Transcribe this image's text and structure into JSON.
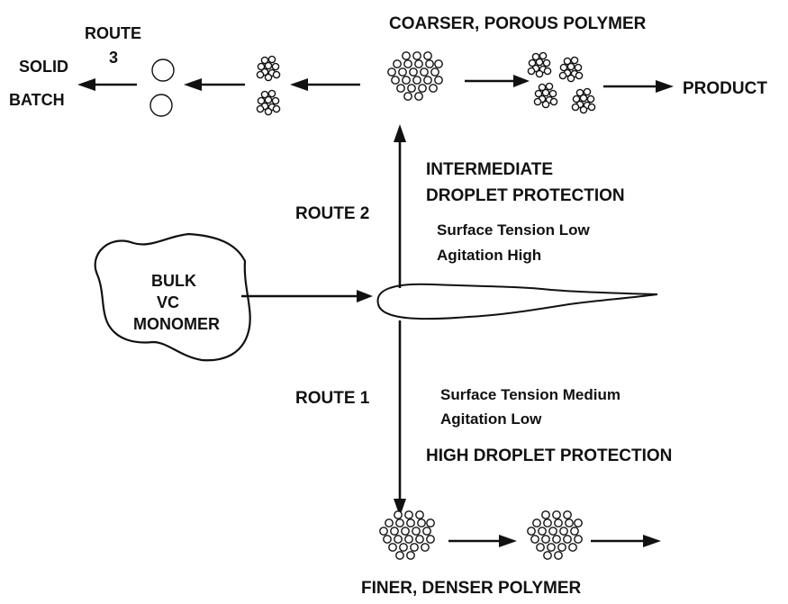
{
  "diagram": {
    "top_title": "COARSER, POROUS POLYMER",
    "bottom_title": "FINER, DENSER POLYMER",
    "product": "PRODUCT",
    "solid_batch": [
      "SOLID",
      "BATCH"
    ],
    "route3": [
      "ROUTE",
      "3"
    ],
    "route2": "ROUTE 2",
    "route1": "ROUTE 1",
    "route2_notes": [
      "INTERMEDIATE",
      "DROPLET PROTECTION",
      "Surface Tension Low",
      "Agitation High"
    ],
    "route1_notes": [
      "Surface Tension Medium",
      "Agitation Low",
      "HIGH DROPLET PROTECTION"
    ],
    "monomer": [
      "BULK",
      "VC",
      "MONOMER"
    ]
  }
}
